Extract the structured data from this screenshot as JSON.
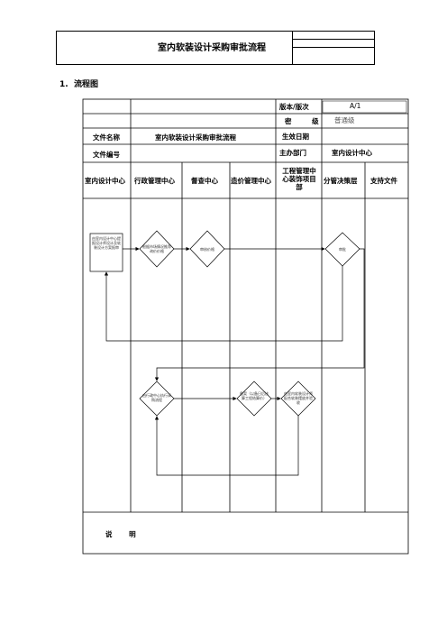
{
  "header": {
    "title": "室内软装设计采购审批流程"
  },
  "section": {
    "number": "1.",
    "label": "流程图"
  },
  "meta": {
    "version_label": "版本/版次",
    "version_value": "A/1",
    "secrecy_label": "密 级",
    "secrecy_value": "普通级",
    "file_name_label": "文件名称",
    "file_name_value": "室内软装设计采购审批流程",
    "effective_label": "生效日期",
    "file_no_label": "文件编号",
    "dept_label": "主办部门",
    "dept_value": "室内设计中心"
  },
  "lanes": [
    "室内设计中心",
    "行政管理中心",
    "督查中心",
    "造价管理中心",
    "工程管理中心装饰项目部",
    "分管决策层",
    "支持文件"
  ],
  "nodes": {
    "start": "由室内设计中心提报设计师设计及软装设计方案报审",
    "admin_review": "根据市场情况推荐询价价格",
    "audit_review": "审核价格",
    "decision": "审批",
    "admin_purchase": "由行政中心执行采购流程",
    "cost_record": "备案（以备日后核算工程结算价）",
    "engineering": "由室内软装设计师配合软装摆放并验收"
  },
  "notes": {
    "label": "说 明"
  }
}
